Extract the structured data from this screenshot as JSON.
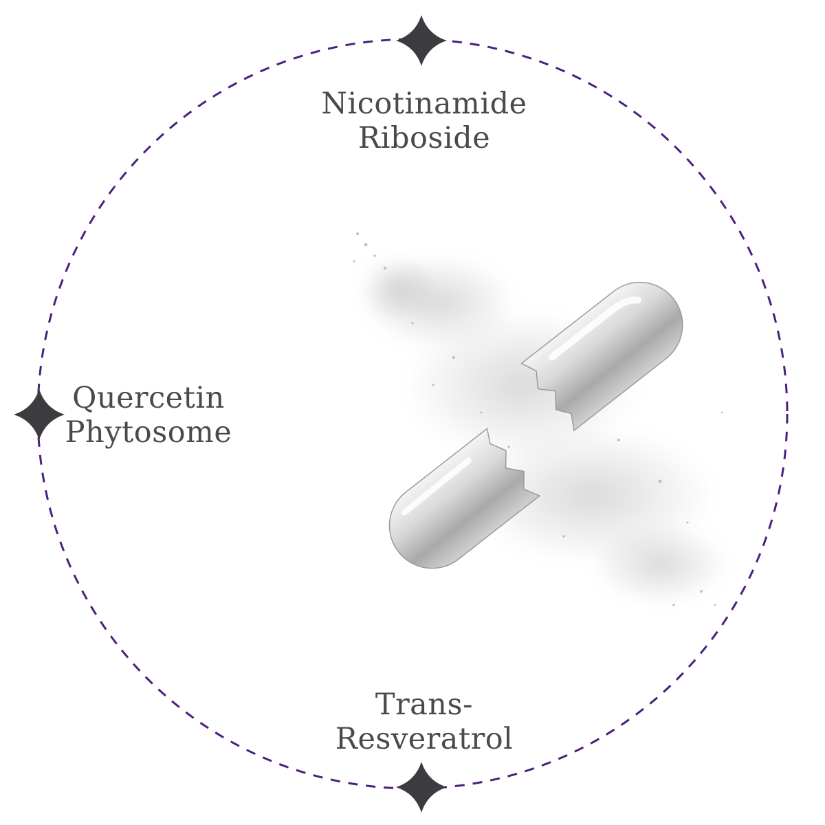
{
  "ingredients": {
    "top": {
      "line1": "Nicotinamide",
      "line2": "Riboside"
    },
    "left": {
      "line1": "Quercetin",
      "line2": "Phytosome"
    },
    "bottom": {
      "line1": "Trans-",
      "line2": "Resveratrol"
    }
  },
  "colors": {
    "ring": "#4b1f7f",
    "star": "#3c3c40",
    "text": "#4a4a4a",
    "capsule": "#c8c8c8"
  },
  "icons": {
    "star": "four-point-star-icon",
    "capsule": "broken-capsule-icon"
  }
}
